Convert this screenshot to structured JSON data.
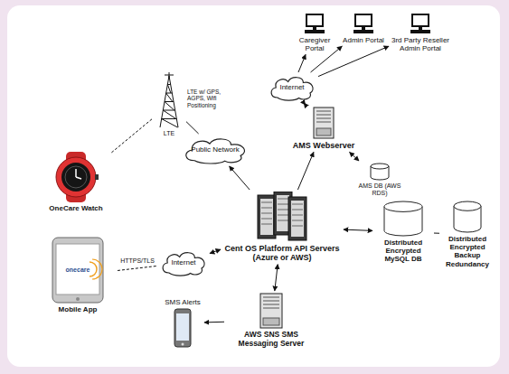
{
  "diagram": {
    "nodes": [
      {
        "text": [
          "Caregiver Portal"
        ]
      },
      {
        "text": [
          "Admin Portal"
        ]
      },
      {
        "text": [
          "3rd Party Reseller Admin Portal"
        ]
      },
      {
        "text": [
          "Internet"
        ]
      },
      {
        "text": [
          "AMS Webserver"
        ]
      },
      {
        "text": [
          "AMS DB (AWS RDS)"
        ]
      },
      {
        "text": [
          "LTE"
        ]
      },
      {
        "text": [
          "Public Network"
        ]
      },
      {
        "text": [
          "OneCare Watch"
        ]
      },
      {
        "text": [
          "onecare",
          "Mobile App"
        ]
      },
      {
        "text": [
          "Internet"
        ]
      },
      {
        "text": [
          "Cent OS Platform API Servers (Azure or AWS)"
        ]
      },
      {
        "text": [
          "Distributed Encrypted MySQL DB"
        ]
      },
      {
        "text": [
          "Distributed Encrypted Backup Redundancy"
        ]
      },
      {
        "text": [
          "SMS Alerts"
        ]
      },
      {
        "text": [
          "AWS SNS SMS Messaging Server"
        ]
      }
    ],
    "edges": [
      {
        "from": 3,
        "to": 0,
        "arrow": "to"
      },
      {
        "from": 3,
        "to": 1,
        "arrow": "to"
      },
      {
        "from": 3,
        "to": 2,
        "arrow": "to"
      },
      {
        "from": 3,
        "to": 4,
        "arrow": "both"
      },
      {
        "from": 4,
        "to": 5,
        "arrow": "both"
      },
      {
        "from": 11,
        "to": 4,
        "arrow": "to"
      },
      {
        "from": 11,
        "to": 7,
        "arrow": "to"
      },
      {
        "from": 7,
        "to": 6,
        "arrow": "none"
      },
      {
        "from": 6,
        "to": 8,
        "arrow": "none"
      },
      {
        "from": 9,
        "to": 10,
        "label": "HTTPS/TLS",
        "arrow": "none"
      },
      {
        "from": 10,
        "to": 11,
        "arrow": "both"
      },
      {
        "from": 11,
        "to": 12,
        "arrow": "both"
      },
      {
        "from": 12,
        "to": 13,
        "arrow": "none"
      },
      {
        "from": 11,
        "to": 15,
        "arrow": "both"
      },
      {
        "from": 15,
        "to": 14,
        "arrow": "to"
      }
    ],
    "labels": [
      "LTE w/ GPS, AGPS, Wifi Positioning"
    ]
  }
}
